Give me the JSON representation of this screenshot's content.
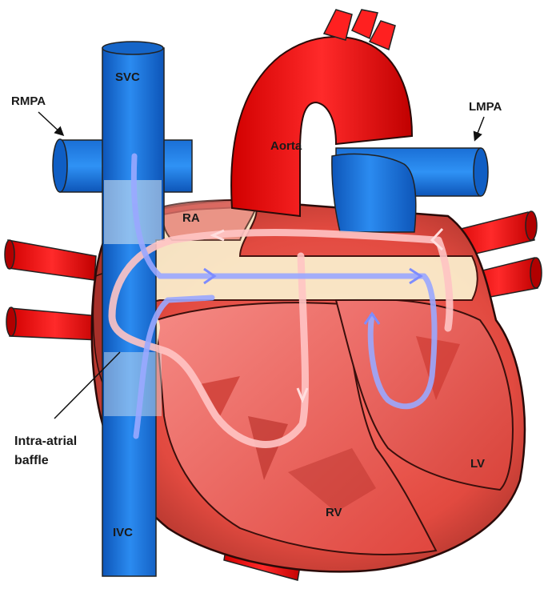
{
  "labels": {
    "svc": "SVC",
    "ivc": "IVC",
    "aorta": "Aorta",
    "rmpa": "RMPA",
    "lmpa": "LMPA",
    "ra": "RA",
    "rv": "RV",
    "lv": "LV",
    "baffle_line1": "Intra-atrial",
    "baffle_line2": "baffle"
  },
  "colors": {
    "vein_blue": "#1e7be0",
    "artery_red": "#ff1a1a",
    "heart_red": "#e8453c",
    "heart_pink": "#f26e6e",
    "baffle_cream": "#fbf1cf",
    "flow_blue": "#9aa8ff",
    "flow_pink": "#ffc4c4"
  }
}
